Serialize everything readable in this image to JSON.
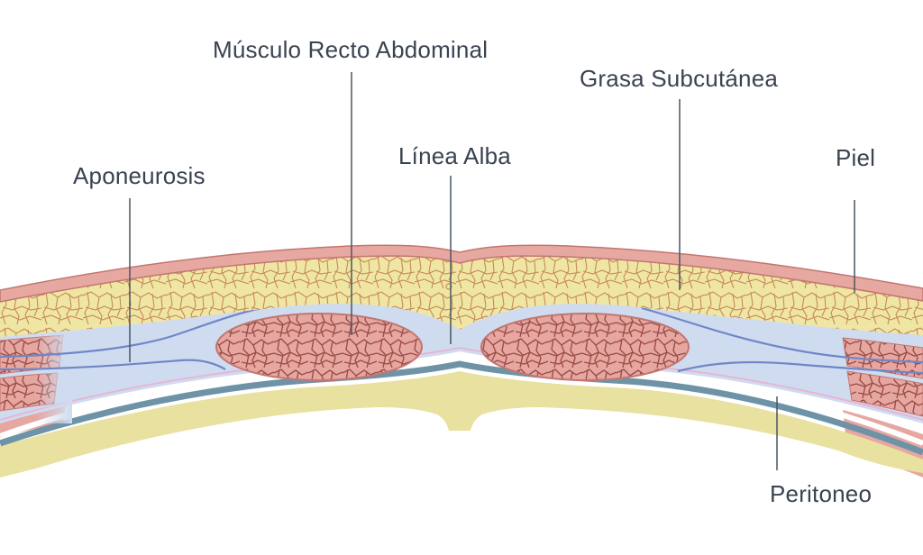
{
  "labels": {
    "musculo": "Músculo Recto Abdominal",
    "grasa": "Grasa Subcutánea",
    "linea": "Línea Alba",
    "aponeurosis": "Aponeurosis",
    "piel": "Piel",
    "peritoneo": "Peritoneo"
  },
  "colors": {
    "skin": "#e8a8a2",
    "skin_border": "#c27670",
    "fat": "#f0e6a4",
    "fat_pattern": "#c58a5a",
    "aponeurosis": "#cfdcf0",
    "fascia_line": "#6f86c8",
    "muscle": "#e7a7a1",
    "muscle_pattern": "#9c4d48",
    "peritoneum_band": "#6e93a6",
    "peritoneum_fat": "#e8e1a0",
    "text": "#3a4350",
    "leader": "#4a5560"
  }
}
